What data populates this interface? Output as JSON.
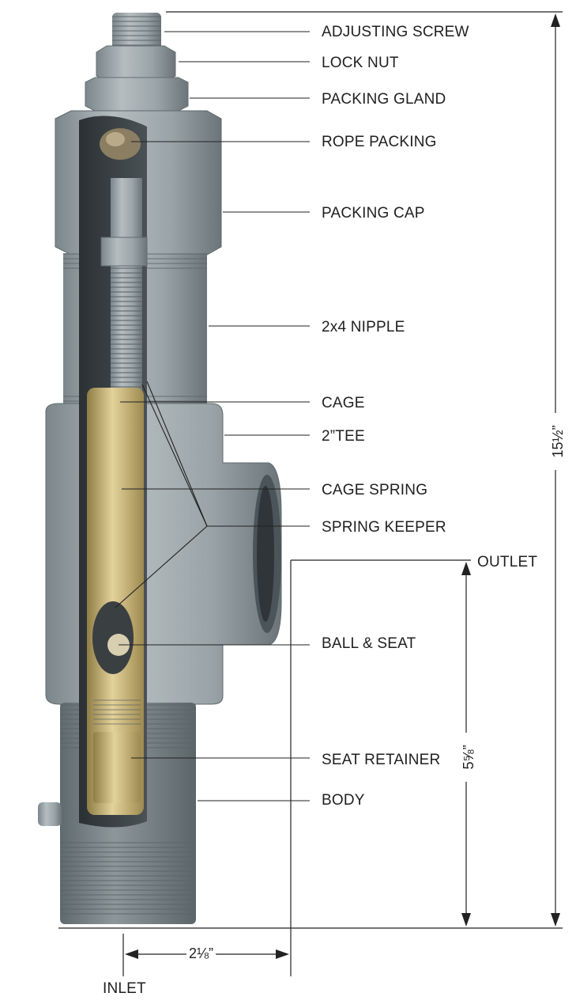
{
  "labels": {
    "adjusting_screw": "ADJUSTING SCREW",
    "lock_nut": "LOCK NUT",
    "packing_gland": "PACKING GLAND",
    "rope_packing": "ROPE PACKING",
    "packing_cap": "PACKING CAP",
    "nipple": "2x4 NIPPLE",
    "cage": "CAGE",
    "tee": "2”TEE",
    "cage_spring": "CAGE SPRING",
    "spring_keeper": "SPRING KEEPER",
    "outlet": "OUTLET",
    "ball_seat": "BALL & SEAT",
    "seat_retainer": "SEAT RETAINER",
    "body": "BODY",
    "inlet": "INLET"
  },
  "dimensions": {
    "overall_height": "15½”",
    "outlet_height": "5⅝”",
    "inlet_to_outlet": "2⅛”"
  },
  "colors": {
    "steel": "#9aa3a6",
    "steel_dark": "#6f7a7e",
    "brass": "#c9b47a",
    "line": "#222222"
  }
}
